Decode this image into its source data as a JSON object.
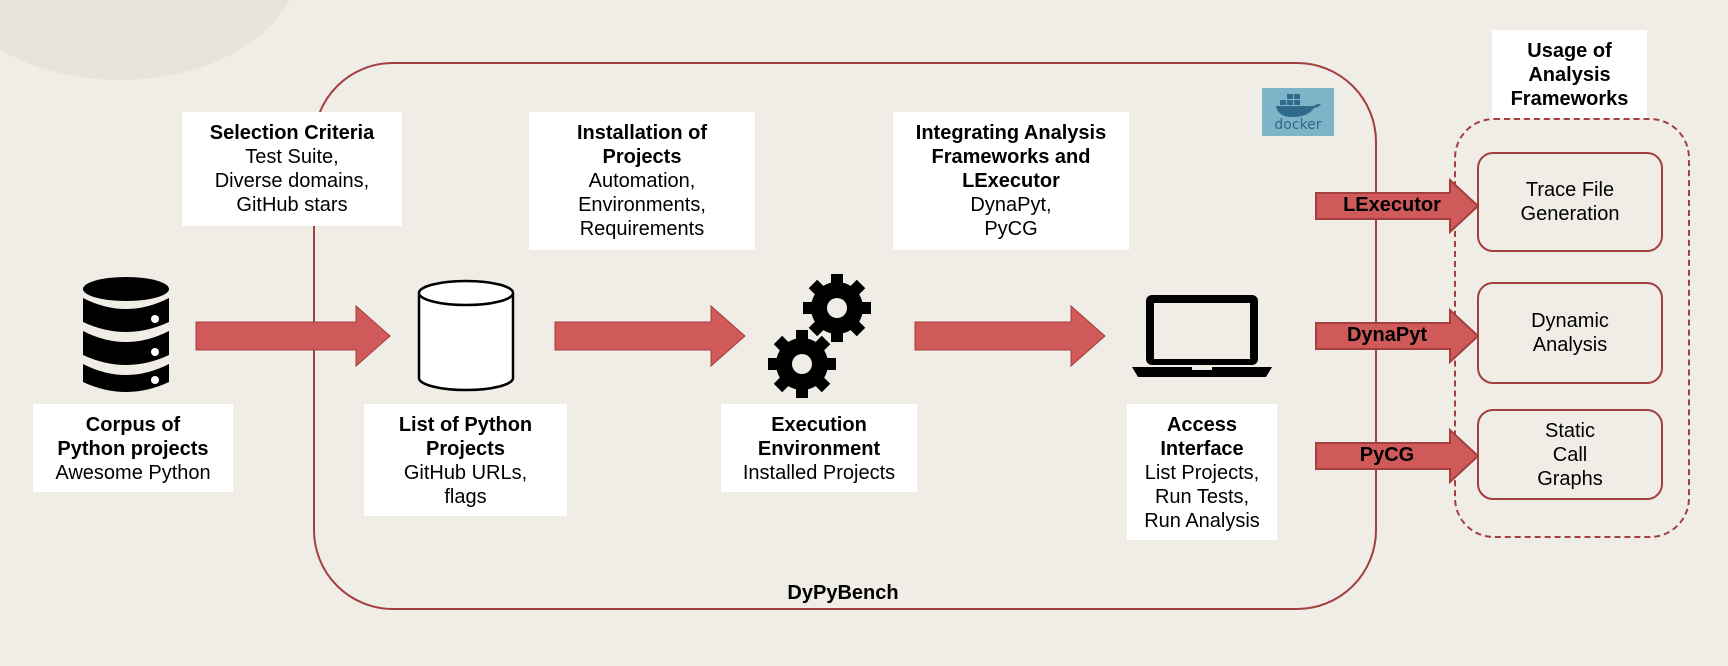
{
  "bench_label": "DyPyBench",
  "steps": {
    "selection": {
      "title": "Selection Criteria",
      "desc": "Test Suite,\nDiverse domains,\nGitHub stars"
    },
    "installation": {
      "title": "Installation of\nProjects",
      "desc": "Automation,\nEnvironments,\nRequirements"
    },
    "integrating": {
      "title": "Integrating Analysis\nFrameworks and\nLExecutor",
      "desc": "DynaPyt,\nPyCG"
    }
  },
  "components": {
    "corpus": {
      "title": "Corpus of\nPython projects",
      "desc": "Awesome Python"
    },
    "list": {
      "title": "List of Python\nProjects",
      "desc": "GitHub URLs,\nflags"
    },
    "execution": {
      "title": "Execution\nEnvironment",
      "desc": "Installed Projects"
    },
    "access": {
      "title": "Access\nInterface",
      "desc": "List Projects,\nRun Tests,\nRun Analysis"
    }
  },
  "usage": {
    "title": "Usage of\nAnalysis\nFrameworks",
    "items": [
      {
        "framework": "LExecutor",
        "result": "Trace File\nGeneration"
      },
      {
        "framework": "DynaPyt",
        "result": "Dynamic\nAnalysis"
      },
      {
        "framework": "PyCG",
        "result": "Static\nCall\nGraphs"
      }
    ]
  },
  "docker_label": "docker",
  "colors": {
    "arrow": "#d05a5a",
    "frame": "#a33f3f",
    "background": "#f0ede7"
  },
  "icons": [
    "database-icon",
    "cylinder-icon",
    "gears-icon",
    "laptop-icon",
    "docker-icon"
  ]
}
